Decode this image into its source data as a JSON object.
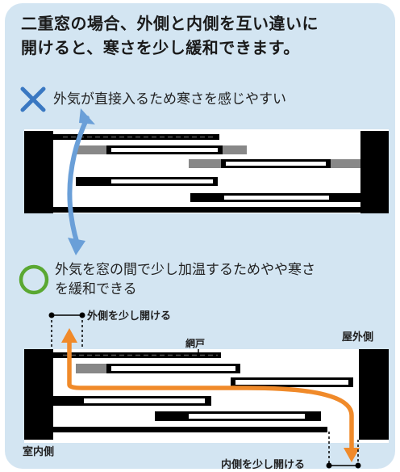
{
  "title": {
    "line1": "二重窓の場合、外側と内側を互い違いに",
    "line2": "開けると、寒さを少し緩和できます。"
  },
  "bad_case": {
    "icon": "cross-icon",
    "text": "外気が直接入るため寒さを感じやすい"
  },
  "good_case": {
    "icon": "circle-icon",
    "line1": "外気を窓の間で少し加温するためやや寒さ",
    "line2": "を緩和できる"
  },
  "labels": {
    "outer_open": "外側を少し開ける",
    "screen": "網戸",
    "outdoor": "屋外側",
    "indoor": "室内側",
    "inner_open": "内側を少し開ける"
  },
  "colors": {
    "background": "#d3e5f2",
    "cross": "#3a78c2",
    "circle": "#5aa832",
    "blue_arrow": "#6a9fd8",
    "orange_arrow": "#f08a2a"
  }
}
